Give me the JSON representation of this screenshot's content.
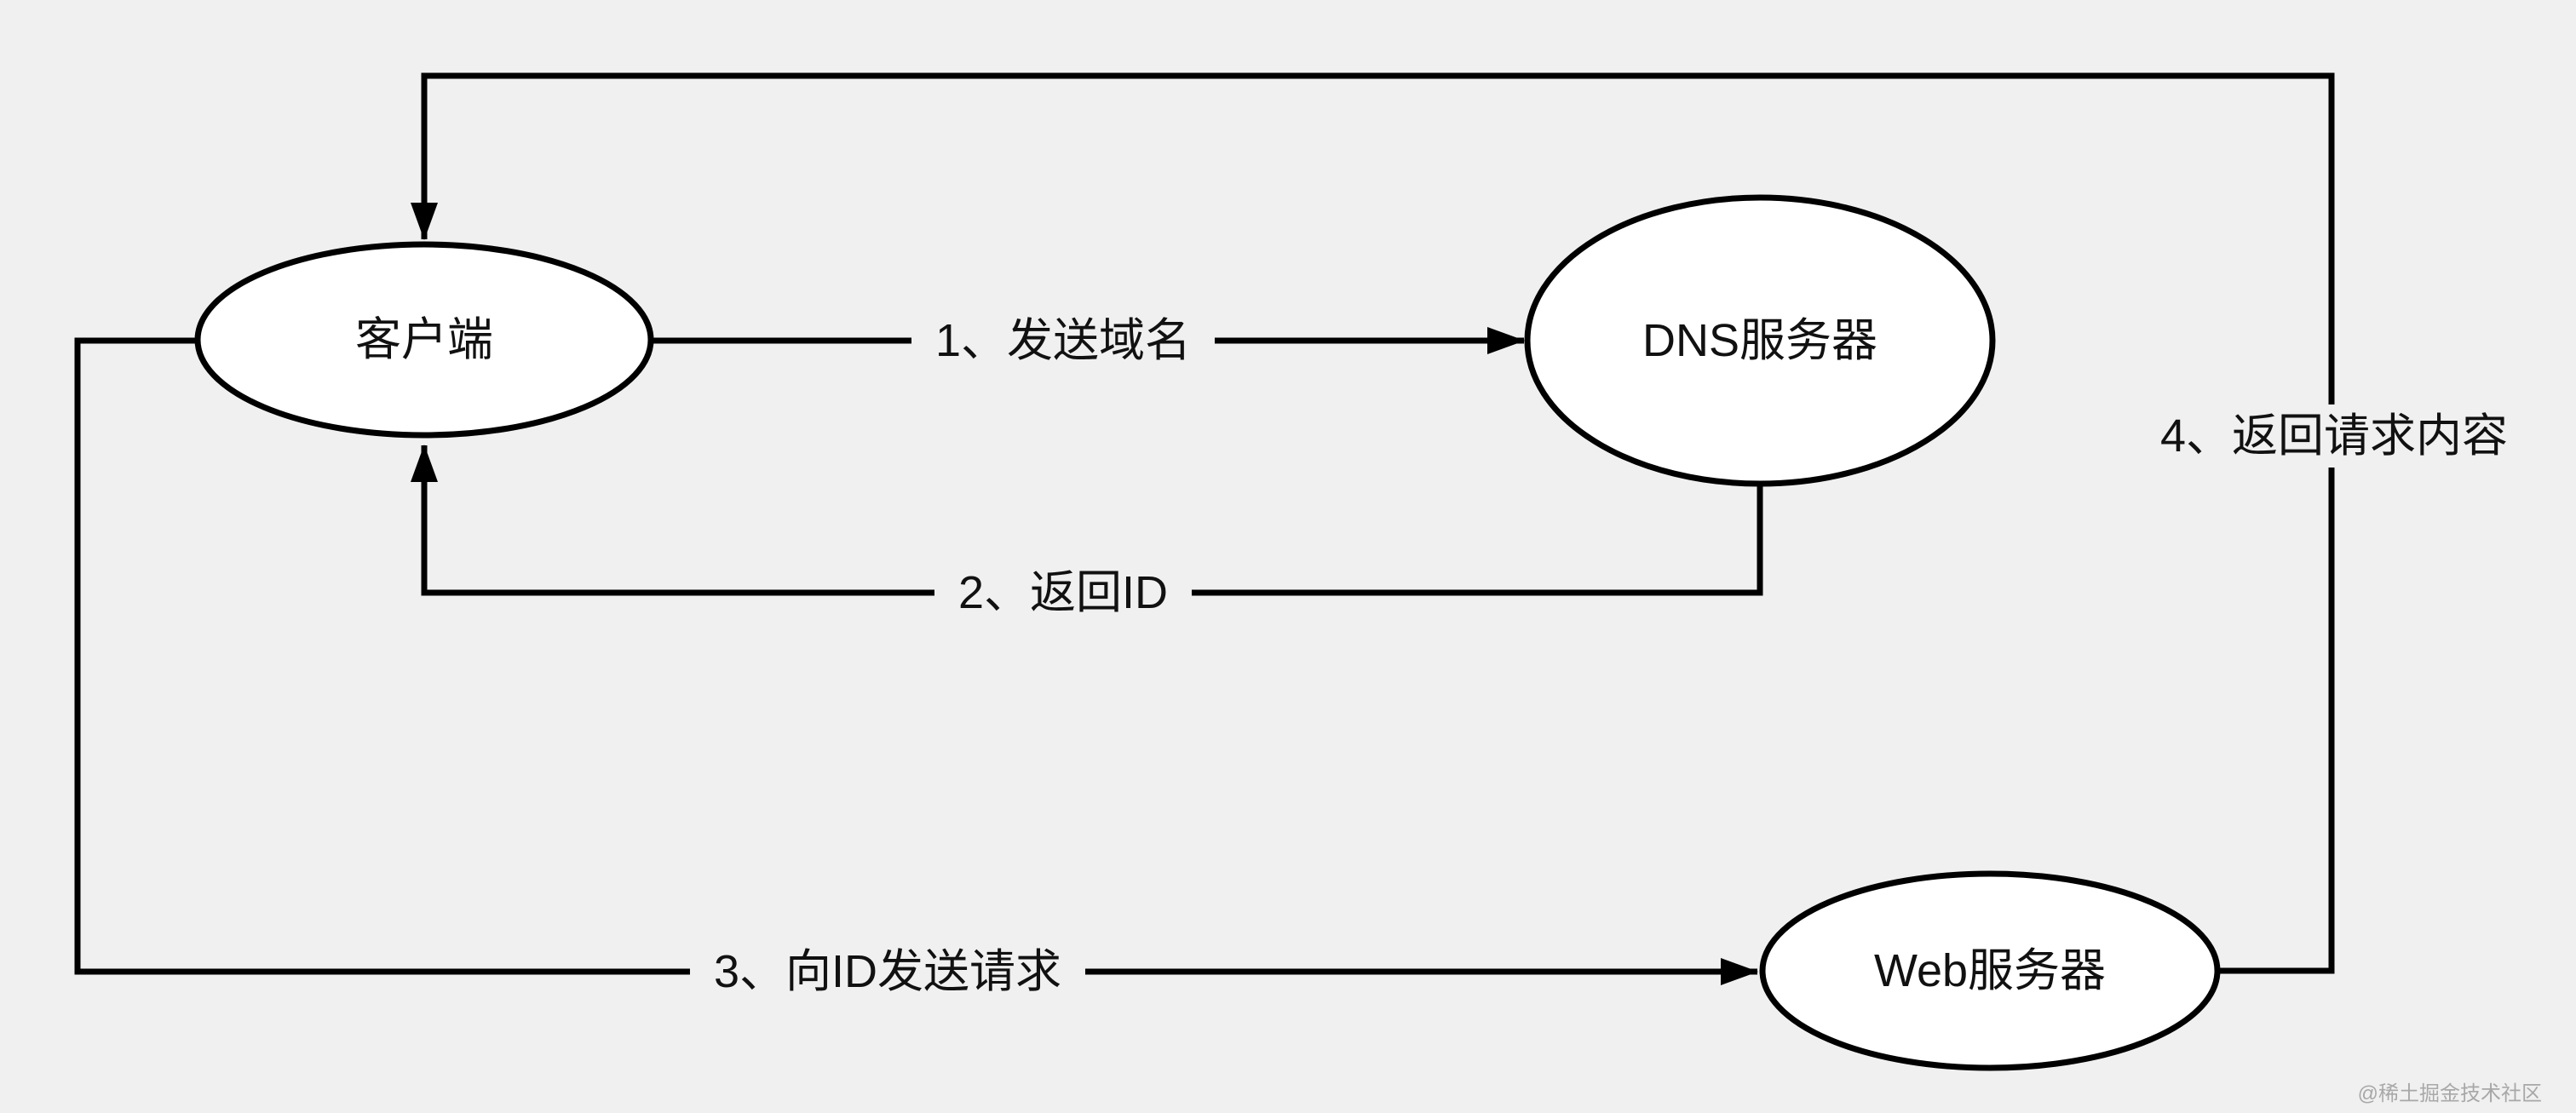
{
  "page": {
    "background_color": "#f0f0f0"
  },
  "diagram": {
    "type": "flow-diagram",
    "colors": {
      "stroke": "#000000",
      "node_fill": "#ffffff",
      "text": "#111111"
    },
    "nodes": [
      {
        "id": "client",
        "label": "客户端"
      },
      {
        "id": "dns",
        "label": "DNS服务器"
      },
      {
        "id": "web",
        "label": "Web服务器"
      }
    ],
    "edges": [
      {
        "id": "1",
        "from": "client",
        "to": "dns",
        "label": "1、发送域名"
      },
      {
        "id": "2",
        "from": "dns",
        "to": "client",
        "label": "2、返回ID"
      },
      {
        "id": "3",
        "from": "client",
        "to": "web",
        "label": "3、向ID发送请求"
      },
      {
        "id": "4",
        "from": "web",
        "to": "client",
        "label": "4、返回请求内容"
      }
    ]
  },
  "watermark": "@稀土掘金技术社区"
}
